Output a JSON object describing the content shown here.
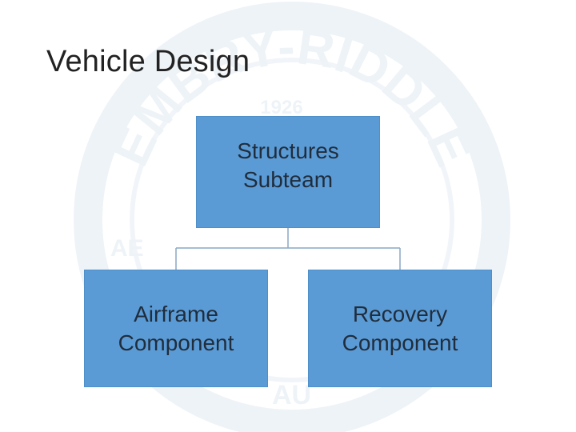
{
  "slide": {
    "title": "Vehicle Design"
  },
  "watermark": {
    "text": "EMBRY-RIDDLE",
    "year": "1926",
    "fragment_left": "AE",
    "fragment_bottom": "AU",
    "color": "#eef3f7"
  },
  "org_chart": {
    "root": {
      "label": "Structures\nSubteam"
    },
    "children": [
      {
        "label": "Airframe\nComponent"
      },
      {
        "label": "Recovery\nComponent"
      }
    ],
    "box_color": "#5b9bd5",
    "line_color": "#8aa9c6"
  }
}
